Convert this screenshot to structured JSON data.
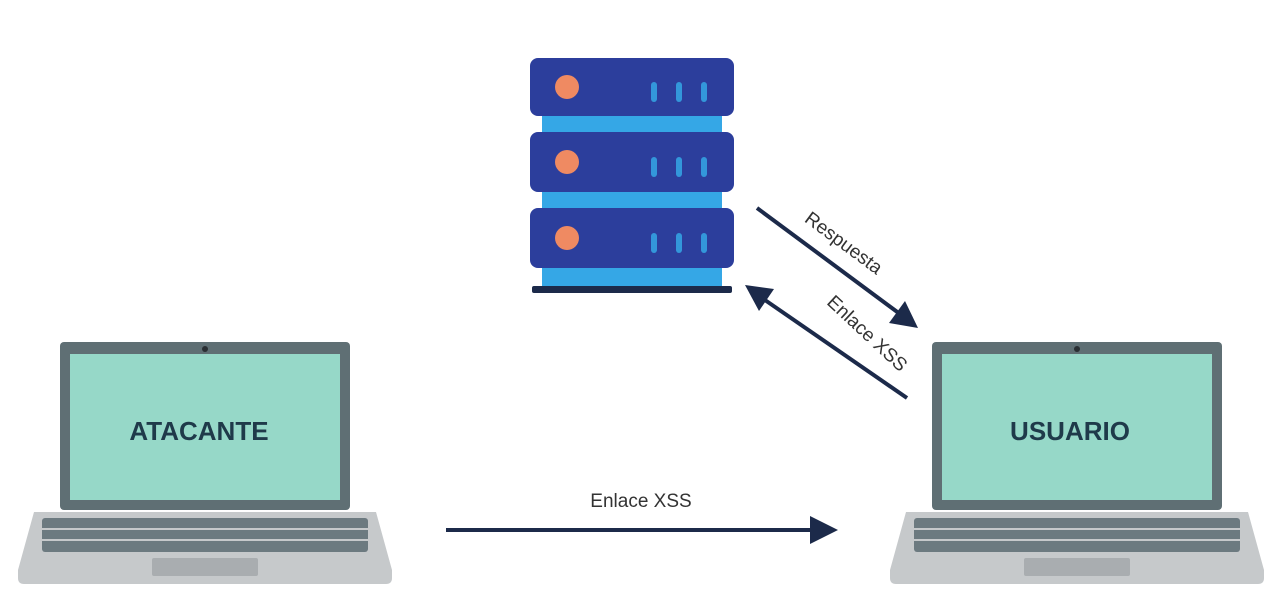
{
  "nodes": {
    "attacker": {
      "label": "ATACANTE"
    },
    "user": {
      "label": "USUARIO"
    },
    "server": {
      "units": 3
    }
  },
  "edges": {
    "attacker_to_user": {
      "label": "Enlace XSS"
    },
    "server_to_user": {
      "label": "Respuesta"
    },
    "user_to_server": {
      "label": "Enlace XSS"
    }
  },
  "colors": {
    "arrow": "#1c2a4a",
    "screen": "#96d8c8",
    "laptop_frame": "#5f6f74",
    "laptop_base": "#c6c9cb",
    "keys": "#6c7a80",
    "server_body": "#2c3e9c",
    "server_band": "#35a7e6",
    "server_light": "#ef8a62",
    "text_dark": "#1f3a4a"
  }
}
